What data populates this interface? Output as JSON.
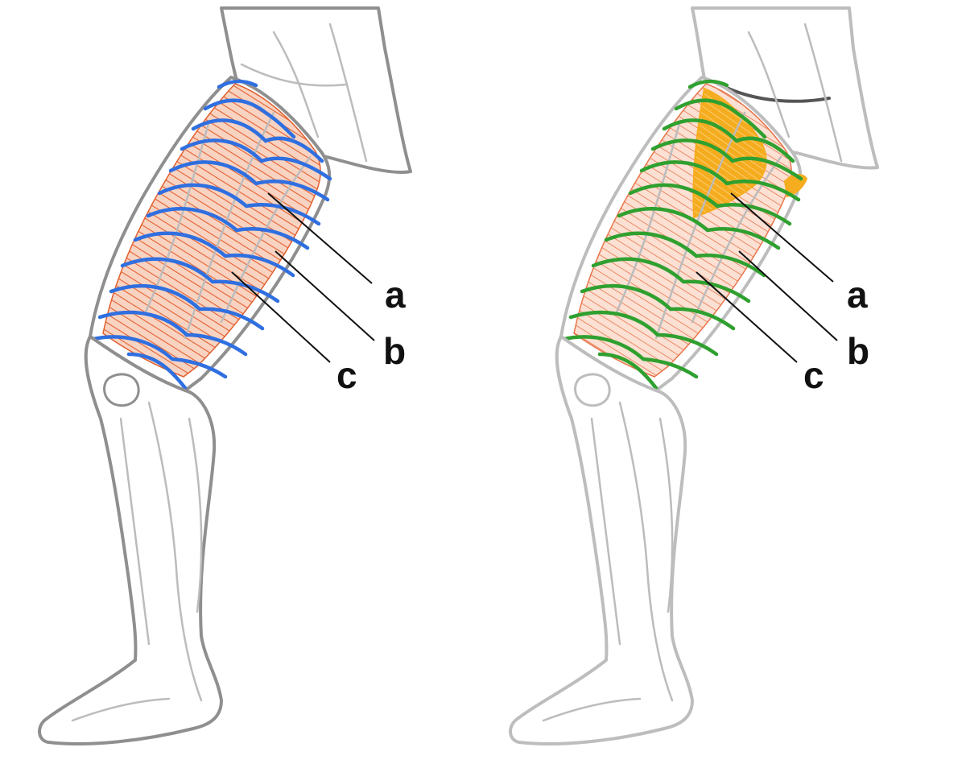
{
  "colors": {
    "muscle": "#e2602f",
    "muscle_fill": "#f7c7b2",
    "left_contour": "#2f6fe0",
    "right_contour": "#2fa02f",
    "highlight": "#f5ac1e",
    "outline": "#8f8f8f",
    "outline_light": "#bdbdbd",
    "label": "#111111"
  },
  "figures": [
    {
      "id": "left",
      "contour_color_name": "blue",
      "labels": [
        {
          "id": "a",
          "text": "a"
        },
        {
          "id": "b",
          "text": "b"
        },
        {
          "id": "c",
          "text": "c"
        }
      ]
    },
    {
      "id": "right",
      "contour_color_name": "green",
      "labels": [
        {
          "id": "a",
          "text": "a"
        },
        {
          "id": "b",
          "text": "b"
        },
        {
          "id": "c",
          "text": "c"
        }
      ]
    }
  ]
}
